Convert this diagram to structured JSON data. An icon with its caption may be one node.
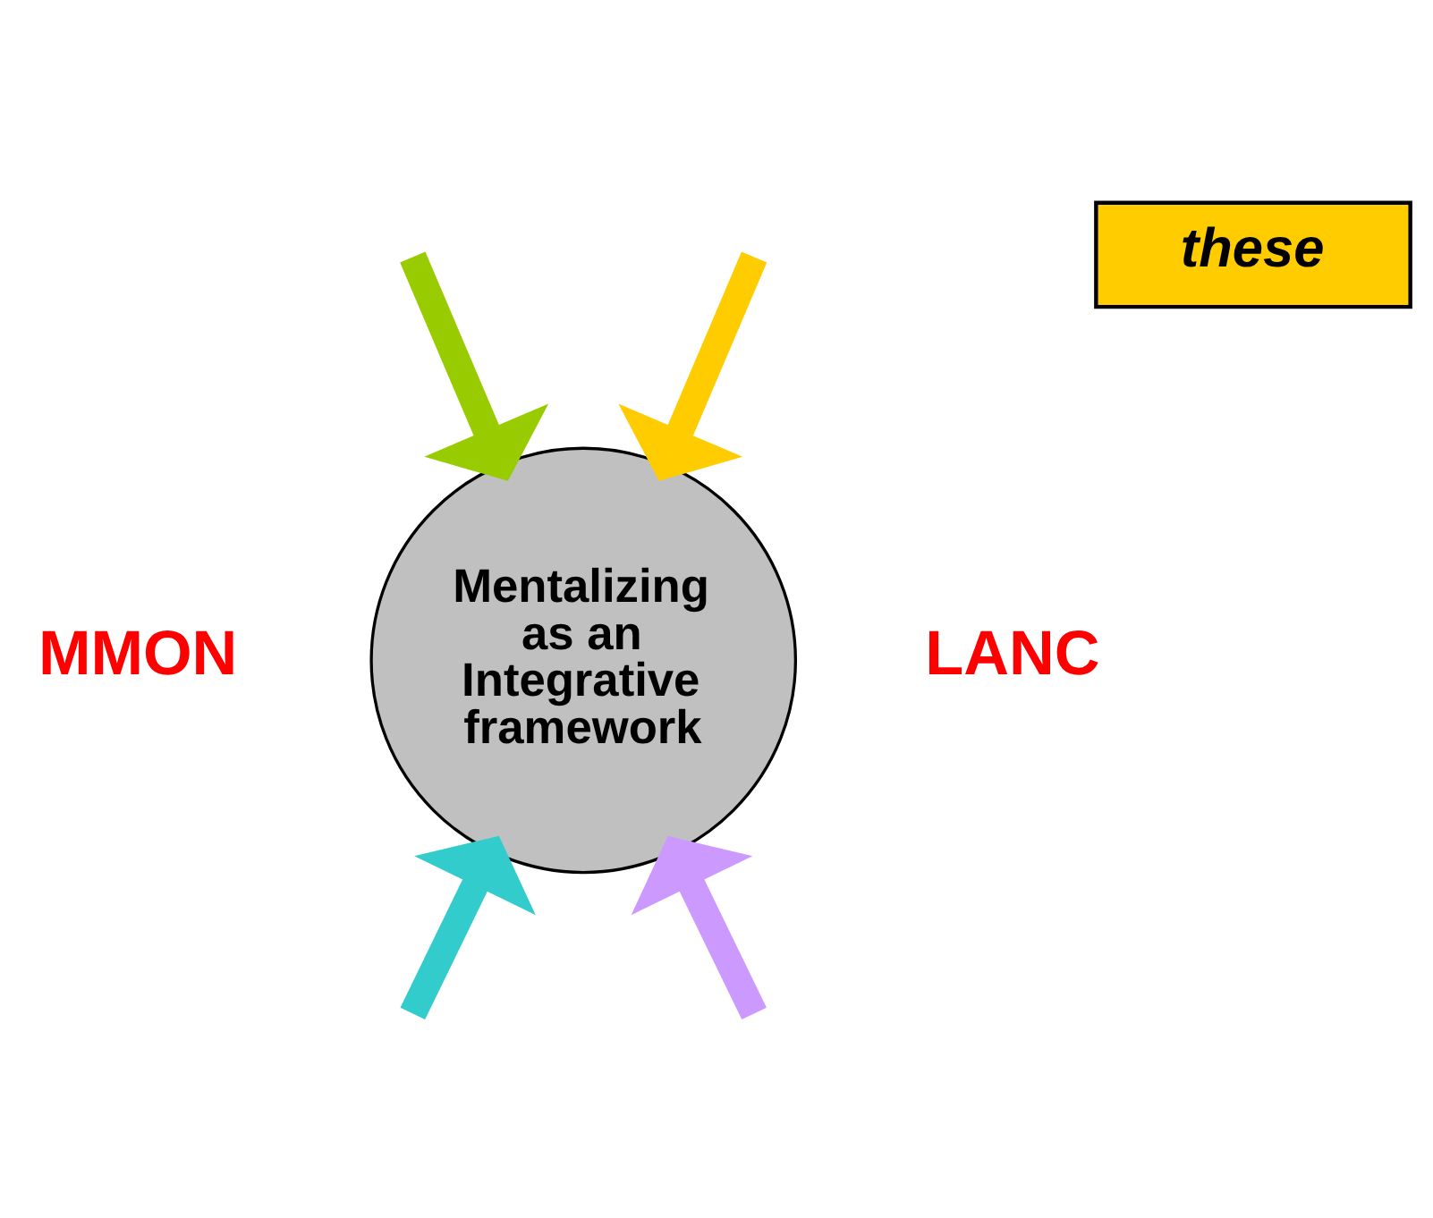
{
  "diagram": {
    "nodes": [
      {
        "text": [
          "these"
        ]
      },
      {
        "text": [
          "Mentalizing as an Integrative framework"
        ]
      }
    ],
    "edges": [
      {
        "from": null,
        "to": 1,
        "arrow": "to",
        "color": "#ffcc00"
      },
      {
        "from": null,
        "to": 1,
        "arrow": "to",
        "color": "#99cc00"
      },
      {
        "from": null,
        "to": 1,
        "arrow": "to",
        "color": "#cc99ff"
      },
      {
        "from": null,
        "to": 1,
        "arrow": "to",
        "color": "#33cccc"
      }
    ],
    "labels": [
      "MMON",
      "LANC"
    ]
  }
}
